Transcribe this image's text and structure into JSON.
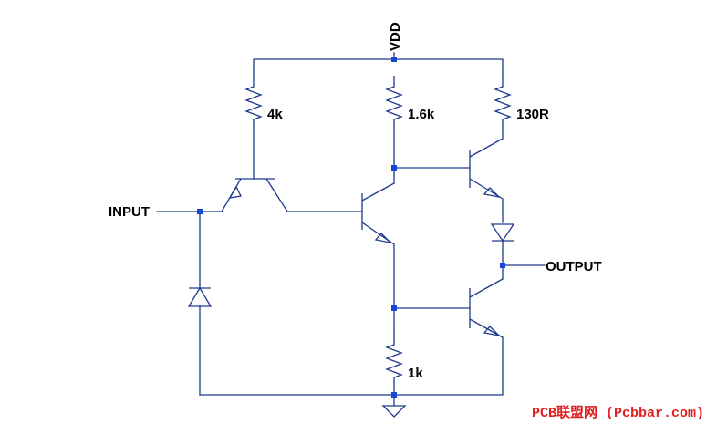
{
  "nets": {
    "vdd": "VDD",
    "input": "INPUT",
    "output": "OUTPUT"
  },
  "components": {
    "r_base": "4k",
    "r_collector": "1.6k",
    "r_pullup": "130R",
    "r_emitter": "1k"
  },
  "watermark": "PCB联盟网 (Pcbbar.com)",
  "colors": {
    "wire": "#1f3a8c",
    "node": "#1446d8",
    "label": "#000000",
    "watermark": "#e02020"
  }
}
